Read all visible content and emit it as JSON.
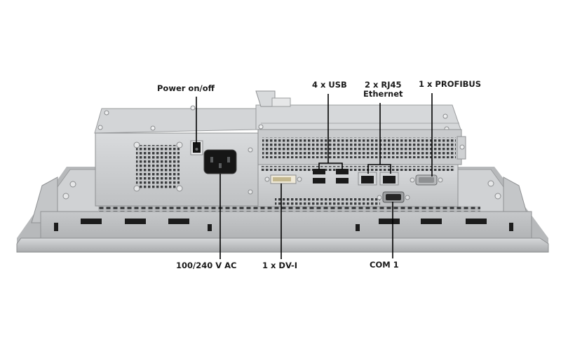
{
  "figure": {
    "subject": "Industrial panel PC rear view",
    "colors": {
      "background": "#ffffff",
      "chassis": "#c9cbcd",
      "chassis_light": "#dcdee0",
      "chassis_dark": "#9da0a3",
      "bezel": "#b8babc",
      "port_black": "#1c1c1c",
      "callout_line": "#000000",
      "label_text": "#1a1a1a"
    }
  },
  "callouts": {
    "top": [
      {
        "id": "power-switch",
        "label": "Power on/off"
      },
      {
        "id": "usb",
        "label": "4 x USB"
      },
      {
        "id": "ethernet",
        "label_line1": "2 x RJ45",
        "label_line2": "Ethernet"
      },
      {
        "id": "profibus",
        "label": "1 x PROFIBUS"
      }
    ],
    "bottom": [
      {
        "id": "power-inlet",
        "label": "100/240 V AC"
      },
      {
        "id": "dvi",
        "label": "1 x DV-I"
      },
      {
        "id": "com",
        "label": "COM 1"
      }
    ]
  }
}
